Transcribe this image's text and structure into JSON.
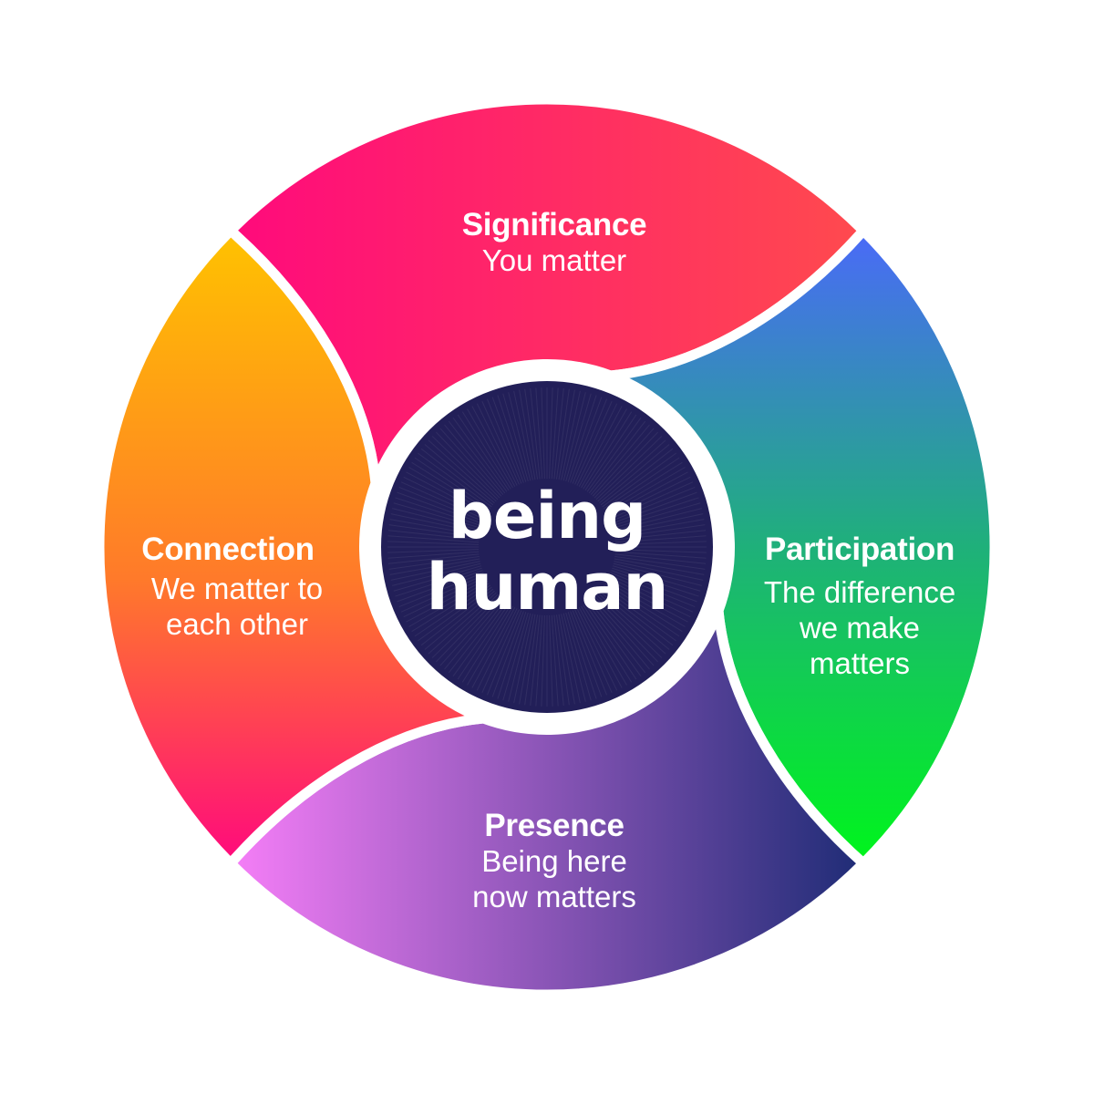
{
  "center": {
    "line1": "being",
    "line2": "human"
  },
  "segments": [
    {
      "id": "significance",
      "title": "Significance",
      "subtitle": [
        "You matter"
      ],
      "gradient": [
        "#ff0a7c",
        "#ff4a4e"
      ],
      "direction": "horizontal"
    },
    {
      "id": "participation",
      "title": "Participation",
      "subtitle": [
        "The difference",
        "we make",
        "matters"
      ],
      "gradient": [
        "#4a6af8",
        "#00f51c"
      ],
      "direction": "vertical"
    },
    {
      "id": "presence",
      "title": "Presence",
      "subtitle": [
        "Being here",
        "now matters"
      ],
      "gradient": [
        "#f57ef7",
        "#1f2c76"
      ],
      "direction": "horizontal"
    },
    {
      "id": "connection",
      "title": "Connection",
      "subtitle": [
        "We matter to",
        "each other"
      ],
      "gradient": [
        "#ffc200",
        "#ff0a7c"
      ],
      "direction": "vertical"
    }
  ],
  "colors": {
    "center": "#221f58",
    "gap": "#ffffff"
  }
}
